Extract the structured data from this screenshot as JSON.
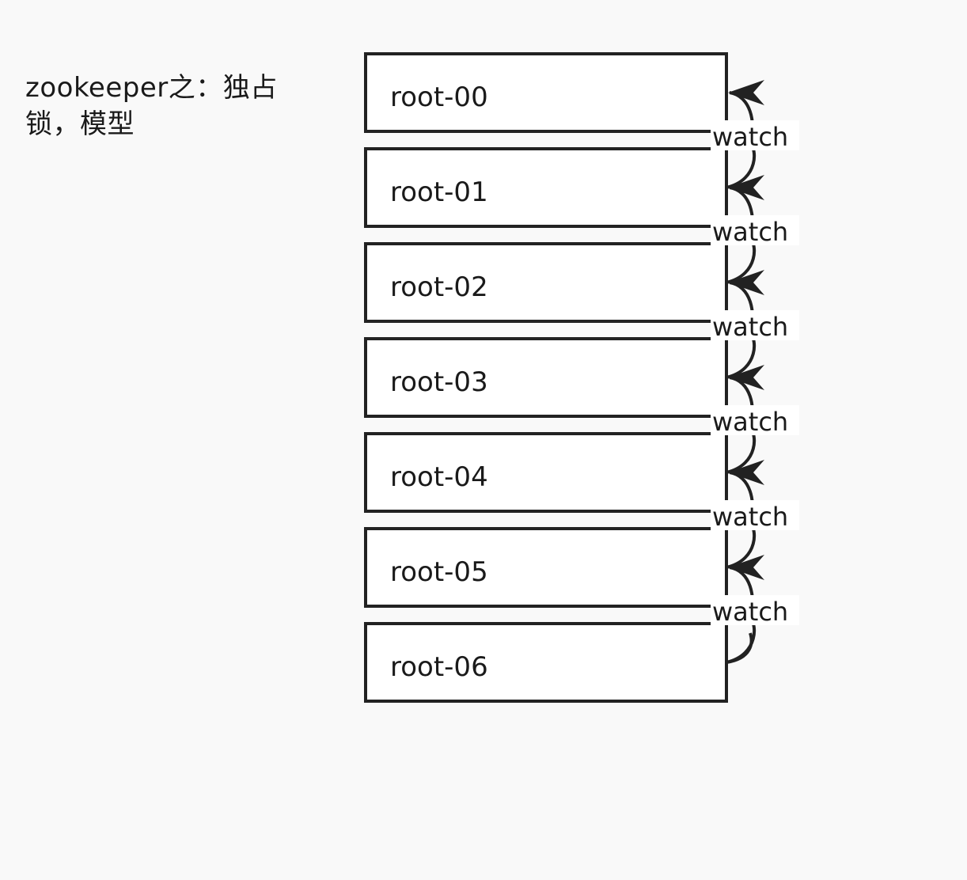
{
  "title": "zookeeper之：独占锁，模型",
  "nodes": [
    "root-00",
    "root-01",
    "root-02",
    "root-03",
    "root-04",
    "root-05",
    "root-06"
  ],
  "watch_label": "watch",
  "colors": {
    "background": "#f9f9f9",
    "box_fill": "#ffffff",
    "stroke": "#222222",
    "text": "#1a1a1a"
  }
}
